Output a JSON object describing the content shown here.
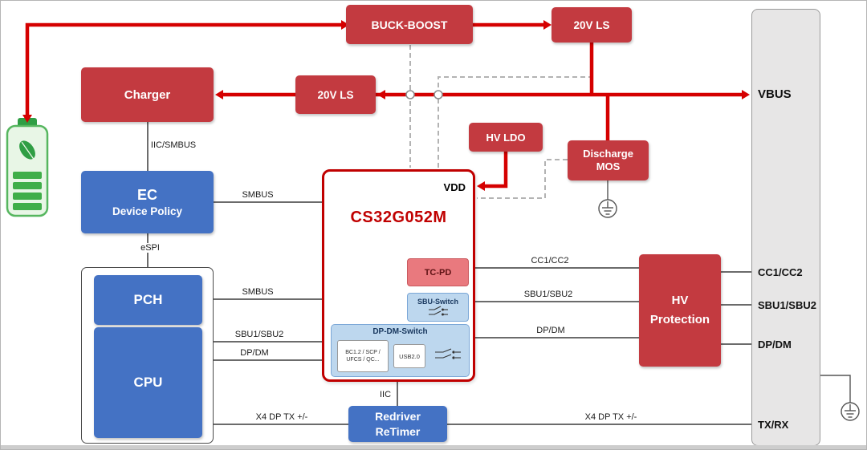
{
  "colors": {
    "box_red": "#C33A40",
    "box_blue": "#4472C4",
    "box_light_blue": "#BDD7EE",
    "box_salmon": "#E9797E",
    "chip_border_red": "#C00000",
    "wire_red": "#D50000",
    "panel_gray": "#E7E6E6",
    "battery_green": "#3FAE49"
  },
  "blocks": {
    "buck_boost": {
      "label": "BUCK-BOOST"
    },
    "ls20_top": {
      "label": "20V LS"
    },
    "ls20_mid": {
      "label": "20V LS"
    },
    "charger": {
      "label": "Charger"
    },
    "hv_ldo": {
      "label": "HV LDO"
    },
    "discharge_mos": {
      "line1": "Discharge",
      "line2": "MOS"
    },
    "ec": {
      "line1": "EC",
      "line2": "Device Policy"
    },
    "pch": {
      "label": "PCH"
    },
    "cpu": {
      "label": "CPU"
    },
    "hv_protection": {
      "line1": "HV",
      "line2": "Protection"
    },
    "redriver": {
      "line1": "Redriver",
      "line2": "ReTimer"
    }
  },
  "chip": {
    "title": "CS32G052M",
    "vdd": "VDD",
    "tc_pd": "TC-PD",
    "sbu_switch": "SBU-Switch",
    "dp_dm_switch": "DP-DM-Switch",
    "bc_line1": "BC1.2 / SCP /",
    "bc_line2": "UFCS / QC...",
    "usb": "USB2.0"
  },
  "wires": {
    "iic_smbus": "IIC/SMBUS",
    "espi": "eSPI",
    "smbus_ec": "SMBUS",
    "smbus_pch": "SMBUS",
    "sbu_cpu": "SBU1/SBU2",
    "dpdm_cpu": "DP/DM",
    "cc_out": "CC1/CC2",
    "sbu_out": "SBU1/SBU2",
    "dpdm_out": "DP/DM",
    "iic": "IIC",
    "x4_left": "X4 DP TX +/-",
    "x4_right": "X4 DP TX +/-"
  },
  "panel": {
    "items": [
      {
        "label": "VBUS"
      },
      {
        "label": "CC1/CC2"
      },
      {
        "label": "SBU1/SBU2"
      },
      {
        "label": "DP/DM"
      },
      {
        "label": "TX/RX"
      }
    ]
  }
}
